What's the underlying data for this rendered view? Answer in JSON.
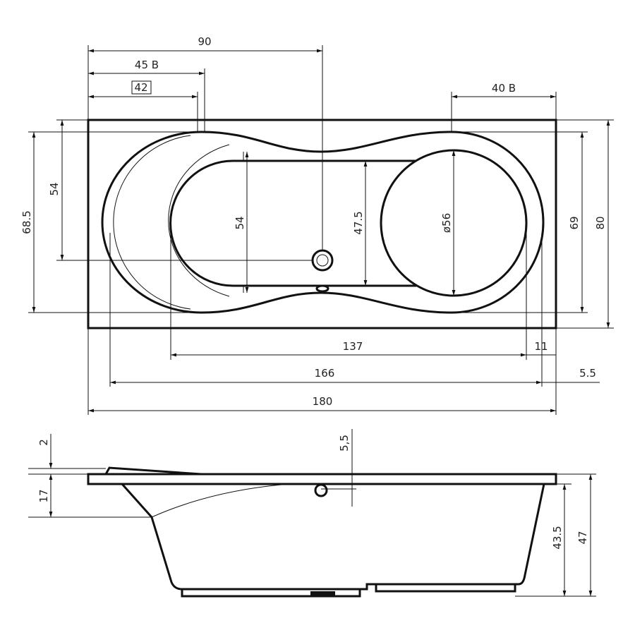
{
  "top_view": {
    "dims": {
      "d90": "90",
      "d45b": "45 B",
      "d42": "42",
      "d40b": "40 B",
      "d68_5": "68.5",
      "d54_left": "54",
      "d54_mid": "54",
      "d47_5": "47.5",
      "d56": "ø56",
      "d69": "69",
      "d80": "80",
      "d137": "137",
      "d11": "11",
      "d166": "166",
      "d5_5": "5.5",
      "d180": "180"
    }
  },
  "side_view": {
    "dims": {
      "d2": "2",
      "d17": "17",
      "d5_5": "5,5",
      "d43_5": "43.5",
      "d47": "47"
    }
  }
}
